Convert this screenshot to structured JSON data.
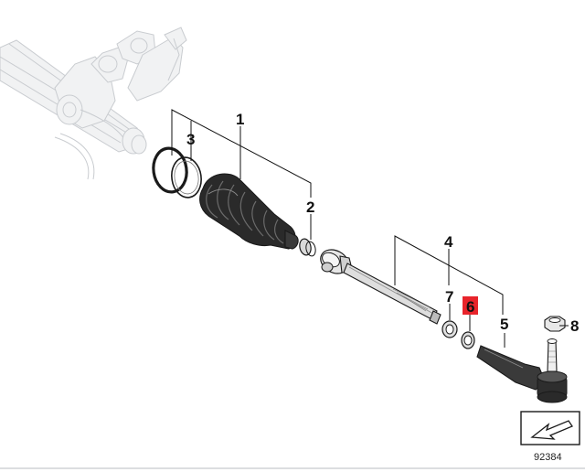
{
  "callouts": [
    {
      "id": "1",
      "label": "1",
      "highlighted": false
    },
    {
      "id": "2",
      "label": "2",
      "highlighted": false
    },
    {
      "id": "3",
      "label": "3",
      "highlighted": false
    },
    {
      "id": "4",
      "label": "4",
      "highlighted": false
    },
    {
      "id": "5",
      "label": "5",
      "highlighted": false
    },
    {
      "id": "6",
      "label": "6",
      "highlighted": true
    },
    {
      "id": "7",
      "label": "7",
      "highlighted": false
    },
    {
      "id": "8",
      "label": "8",
      "highlighted": false
    }
  ],
  "diagram_number": "92384",
  "colors": {
    "highlight": "#e8242b",
    "part_dark": "#2b2b2b",
    "ghost_outline": "#c9ccd0"
  },
  "icons": {
    "direction_badge": "arrow-direction-icon"
  }
}
